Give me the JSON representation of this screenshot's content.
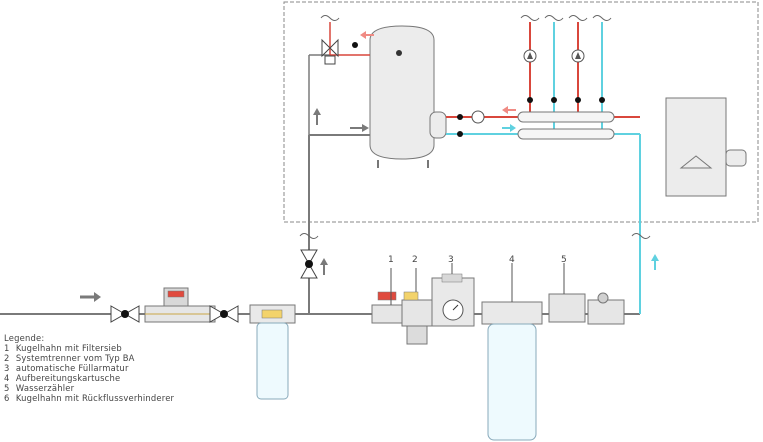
{
  "colors": {
    "hot": "#d9473c",
    "hot_light": "#f08b84",
    "cold": "#5fd1e0",
    "pipe": "#7a7a7a",
    "frame": "#8a8a8a",
    "body": "#e6e6e6"
  },
  "callouts": [
    "1",
    "2",
    "3",
    "4",
    "5"
  ],
  "legend": {
    "title": "Legende:",
    "items": [
      {
        "num": "1",
        "text": "Kugelhahn mit Filtersieb"
      },
      {
        "num": "2",
        "text": "Systemtrenner vom Typ BA"
      },
      {
        "num": "3",
        "text": "automatische Füllarmatur"
      },
      {
        "num": "4",
        "text": "Aufbereitungskartusche"
      },
      {
        "num": "5",
        "text": "Wasserzähler"
      },
      {
        "num": "6",
        "text": "Kugelhahn mit Rückflussverhinderer"
      }
    ]
  },
  "icons": [
    "flow-arrow-icon",
    "ball-valve-icon",
    "pump-icon",
    "water-meter-icon",
    "filter-housing-icon",
    "pressure-gauge-icon",
    "break-symbol-icon"
  ]
}
